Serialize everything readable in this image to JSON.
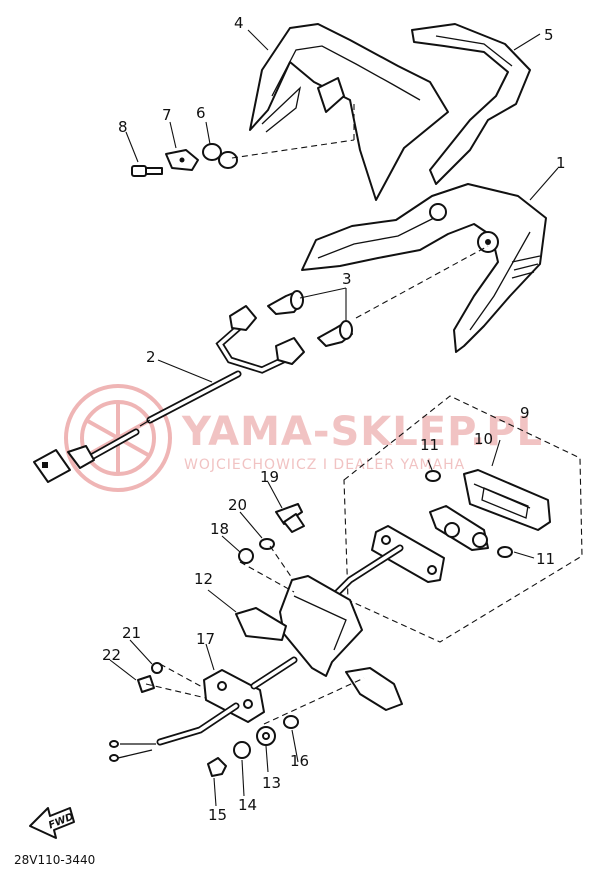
{
  "watermark": {
    "brand": "YAMA-SKLEP.PL",
    "tagline": "WOJCIECHOWICZ I DEALER YAMAHA",
    "logo_color": "#e8a0a0"
  },
  "diagram_code": "28V110-3440",
  "fwd_label": "FWD",
  "callouts": {
    "c1": "1",
    "c2": "2",
    "c3": "3",
    "c4": "4",
    "c5": "5",
    "c6": "6",
    "c7": "7",
    "c8": "8",
    "c9": "9",
    "c10": "10",
    "c11a": "11",
    "c11b": "11",
    "c12": "12",
    "c13": "13",
    "c14": "14",
    "c15": "15",
    "c16": "16",
    "c17": "17",
    "c18": "18",
    "c19": "19",
    "c20": "20",
    "c21": "21",
    "c22": "22"
  }
}
